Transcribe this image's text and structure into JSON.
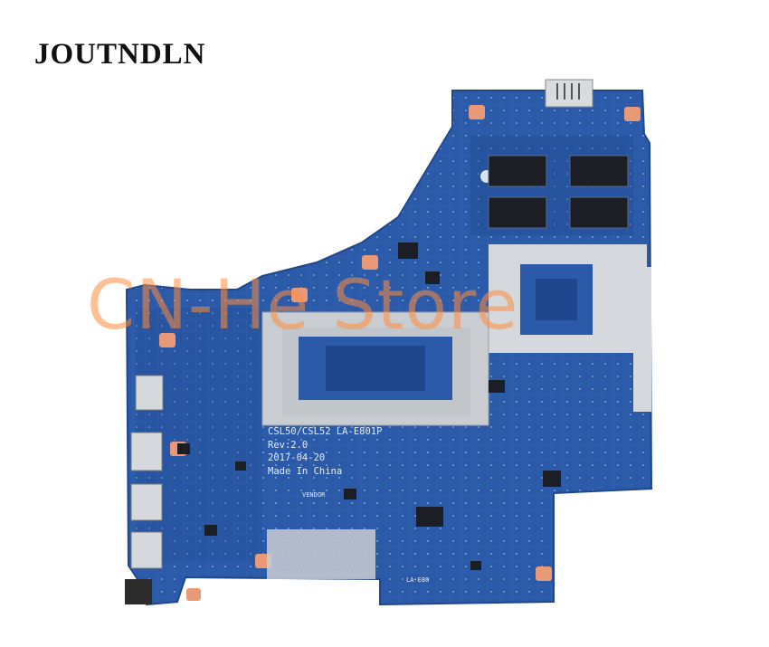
{
  "brand": {
    "name": "JOUTNDLN"
  },
  "watermark": {
    "text": "CN-He Store"
  },
  "board": {
    "model_line": "CSL50/CSL52 LA-E801P",
    "revision": "Rev:2.0",
    "date": "2017-04-20",
    "origin": "Made In China",
    "vendor_label": "VENDOR",
    "corner_label": "LA-E80"
  },
  "colors": {
    "pcb_blue": "#2a5aa8",
    "pcb_dark": "#1f478d",
    "copper_pad": "#e89a78",
    "metal": "#c9cdd2",
    "chip": "#1b1e24",
    "watermark": "#ff8c3c"
  }
}
